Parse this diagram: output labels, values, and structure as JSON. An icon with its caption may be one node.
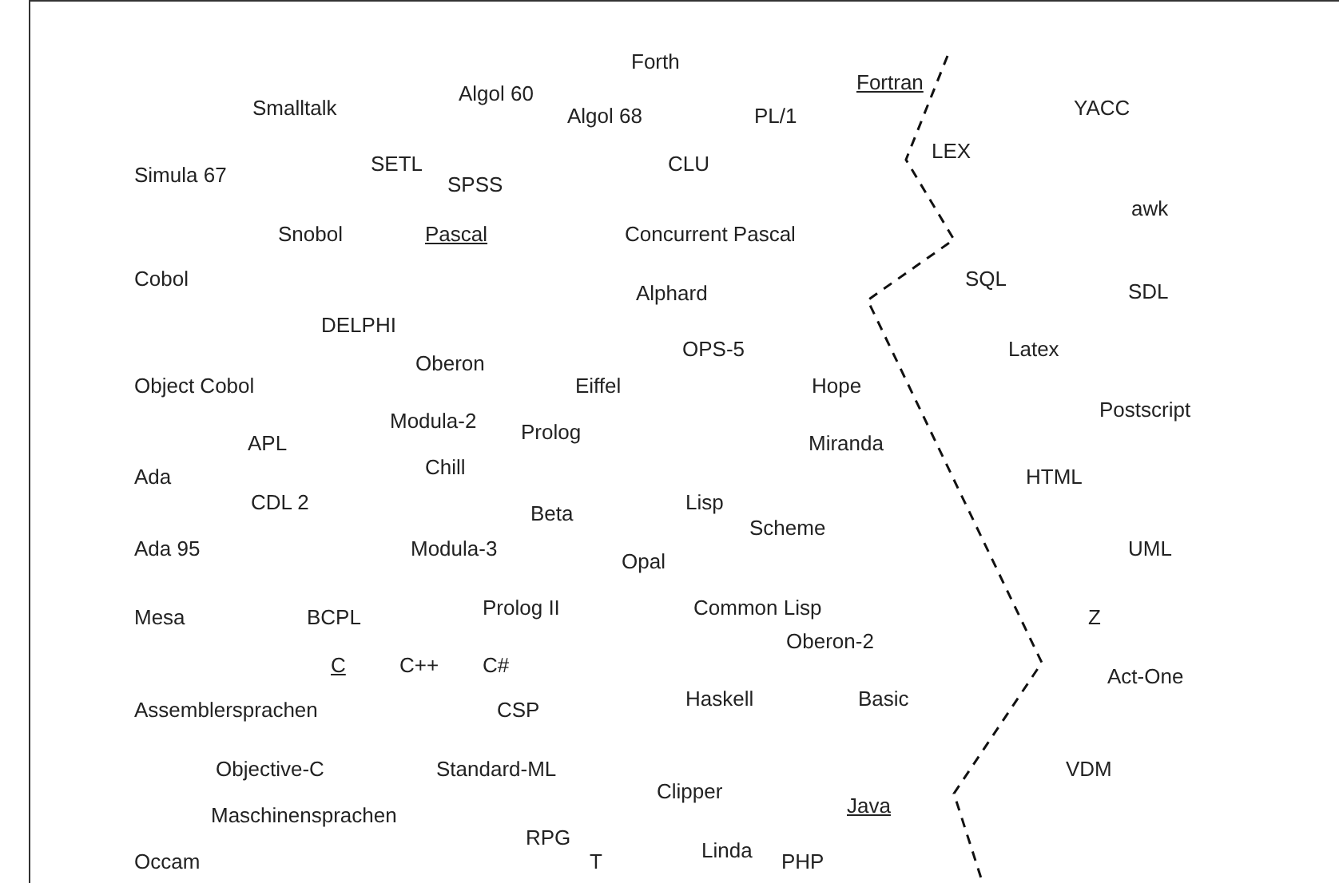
{
  "diagram": {
    "labels": [
      "Forth",
      "Fortran",
      "Algol 60",
      "Smalltalk",
      "Algol 68",
      "PL/1",
      "YACC",
      "LEX",
      "SETL",
      "CLU",
      "Simula 67",
      "SPSS",
      "awk",
      "Snobol",
      "Pascal",
      "Concurrent Pascal",
      "Cobol",
      "SQL",
      "Alphard",
      "SDL",
      "DELPHI",
      "OPS-5",
      "Latex",
      "Oberon",
      "Object Cobol",
      "Eiffel",
      "Hope",
      "Postscript",
      "Modula-2",
      "Prolog",
      "APL",
      "Miranda",
      "Chill",
      "Ada",
      "HTML",
      "CDL 2",
      "Lisp",
      "Beta",
      "Scheme",
      "Ada 95",
      "Modula-3",
      "UML",
      "Opal",
      "Mesa",
      "BCPL",
      "Prolog II",
      "Common Lisp",
      "Z",
      "Oberon-2",
      "C",
      "C++",
      "C#",
      "Act-One",
      "Haskell",
      "Basic",
      "Assemblersprachen",
      "CSP",
      "Objective-C",
      "Standard-ML",
      "VDM",
      "Clipper",
      "Java",
      "Maschinensprachen",
      "RPG",
      "Linda",
      "Occam",
      "T",
      "PHP"
    ]
  }
}
